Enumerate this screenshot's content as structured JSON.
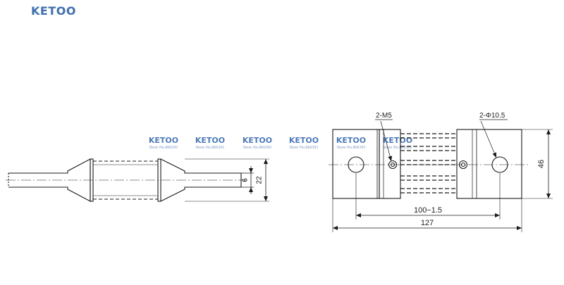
{
  "brand": {
    "logo_text": "KETOO",
    "store_text": "Store No.866391"
  },
  "watermarks": [
    {
      "brand": "KETOO",
      "store": "Store No.866391"
    },
    {
      "brand": "KETOO",
      "store": "Store No.866391"
    },
    {
      "brand": "KETOO",
      "store": "Store No.866391"
    },
    {
      "brand": "KETOO",
      "store": "Store No.866391"
    },
    {
      "brand": "KETOO",
      "store": "Store No.866391"
    },
    {
      "brand": "KETOO",
      "store": "Store No.866391"
    }
  ],
  "side_view": {
    "dim_inner": "6",
    "dim_outer": "22"
  },
  "top_view": {
    "label_thread": "2-M5",
    "label_hole": "2-Φ10.5",
    "dim_height": "46",
    "dim_hole_spacing": "100−1.5",
    "dim_overall": "127"
  },
  "colors": {
    "line": "#1a1a1a",
    "logo": "#3f6fae"
  }
}
